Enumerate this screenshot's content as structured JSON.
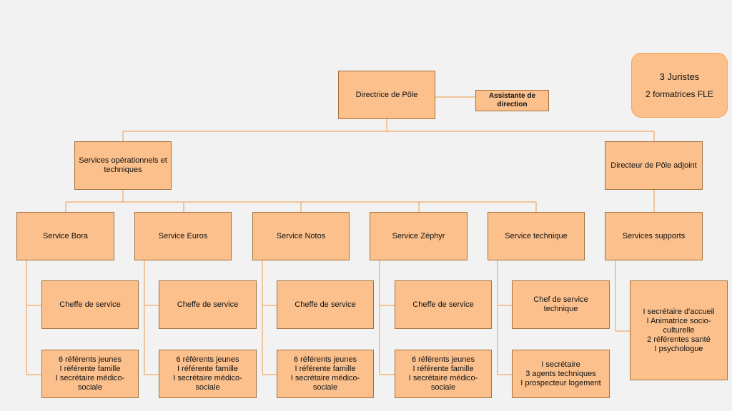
{
  "colors": {
    "background": "#f2f2f2",
    "box_fill": "#fbc08c",
    "box_border": "#a3733f",
    "connector": "#f0a96a"
  },
  "top_note": {
    "line1": "3 Juristes",
    "line2": "2 formatrices FLE"
  },
  "director": "Directrice de Pôle",
  "assistant": "Assistante de direction",
  "services_ops": "Services opérationnels et techniques",
  "deputy": "Directeur de Pôle adjoint",
  "services": [
    {
      "name": "Service Bora",
      "lead": "Cheffe de service",
      "team": "6 référents jeunes\nI référente famille\nI secrétaire médico-sociale"
    },
    {
      "name": "Service Euros",
      "lead": "Cheffe de service",
      "team": "6 référents jeunes\nI référente famille\nI secrétaire médico-sociale"
    },
    {
      "name": "Service Notos",
      "lead": "Cheffe de service",
      "team": "6 référents jeunes\nI référente famille\nI secrétaire médico-sociale"
    },
    {
      "name": "Service Zéphyr",
      "lead": "Cheffe de service",
      "team": "6 référents jeunes\nI référente famille\nI secrétaire médico-sociale"
    },
    {
      "name": "Service technique",
      "lead": "Chef de service technique",
      "team": "I secrétaire\n3 agents techniques\nI prospecteur logement"
    }
  ],
  "support": {
    "name": "Services supports",
    "team": "I secrétaire d'accueil\nI Animatrice socio-culturelle\n2 référentes santé\nI psychologue"
  }
}
